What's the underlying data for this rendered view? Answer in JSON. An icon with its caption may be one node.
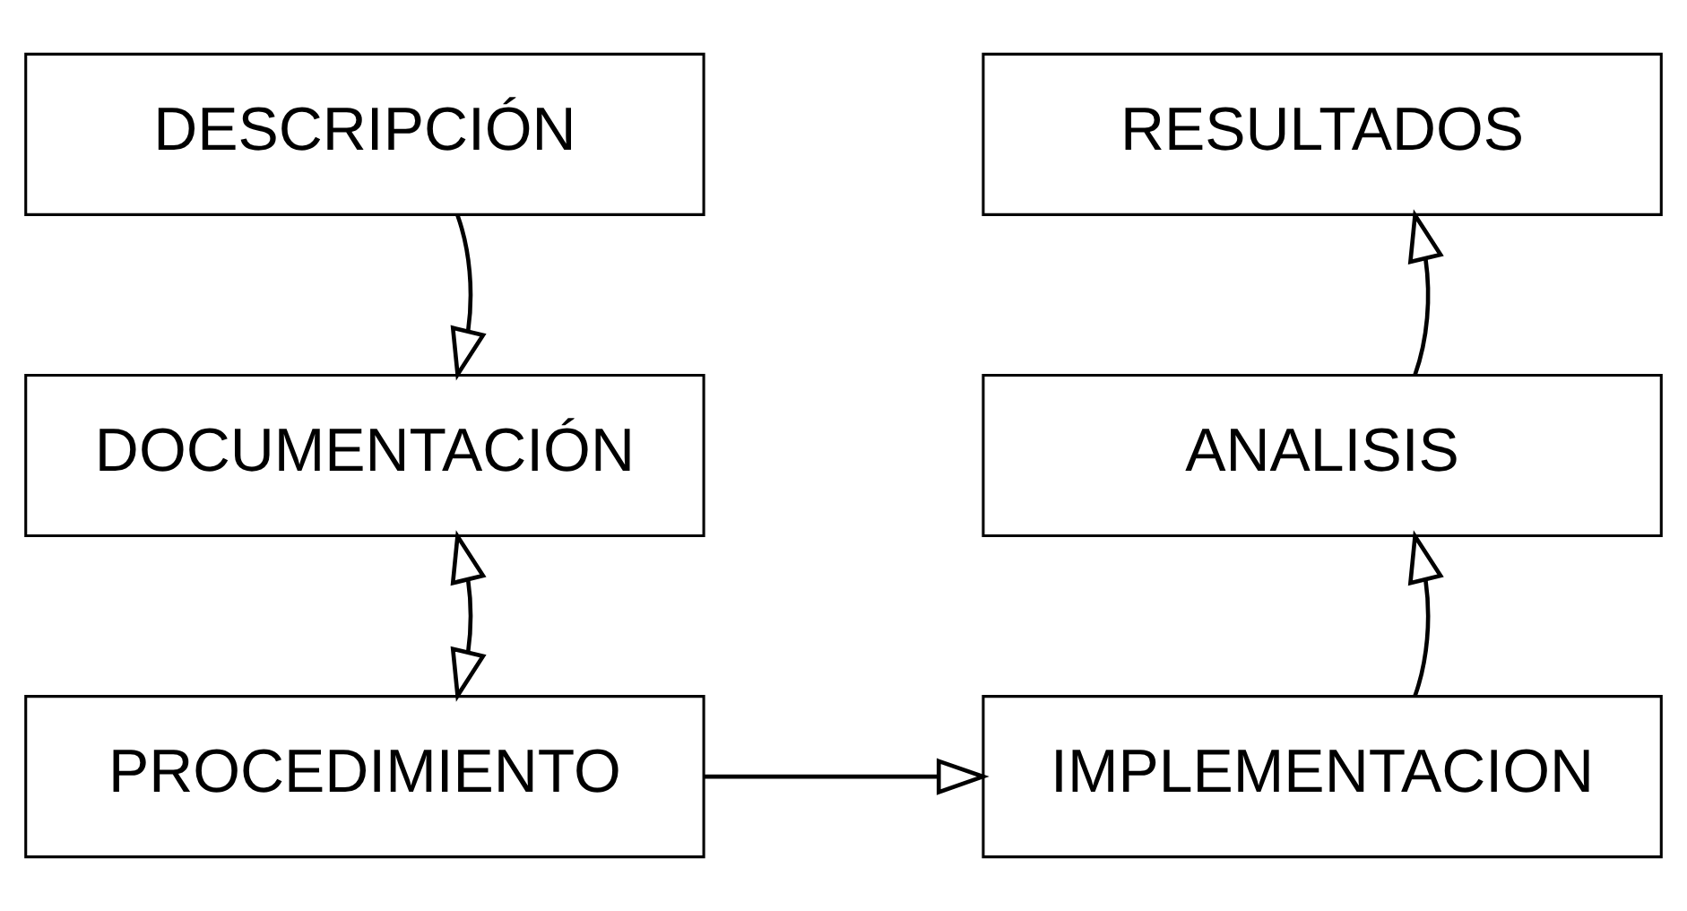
{
  "diagram": {
    "nodes": [
      {
        "text": [
          "DESCRIPCIÓN"
        ]
      },
      {
        "text": [
          "RESULTADOS"
        ]
      },
      {
        "text": [
          "DOCUMENTACIÓN"
        ]
      },
      {
        "text": [
          "ANALISIS"
        ]
      },
      {
        "text": [
          "PROCEDIMIENTO"
        ]
      },
      {
        "text": [
          "IMPLEMENTACION"
        ]
      }
    ],
    "edges": [
      {
        "from": 0,
        "to": 2,
        "arrow": "to"
      },
      {
        "from": 2,
        "to": 4,
        "arrow": "both"
      },
      {
        "from": 4,
        "to": 5,
        "arrow": "to"
      },
      {
        "from": 5,
        "to": 3,
        "arrow": "to"
      },
      {
        "from": 3,
        "to": 1,
        "arrow": "to"
      }
    ]
  }
}
